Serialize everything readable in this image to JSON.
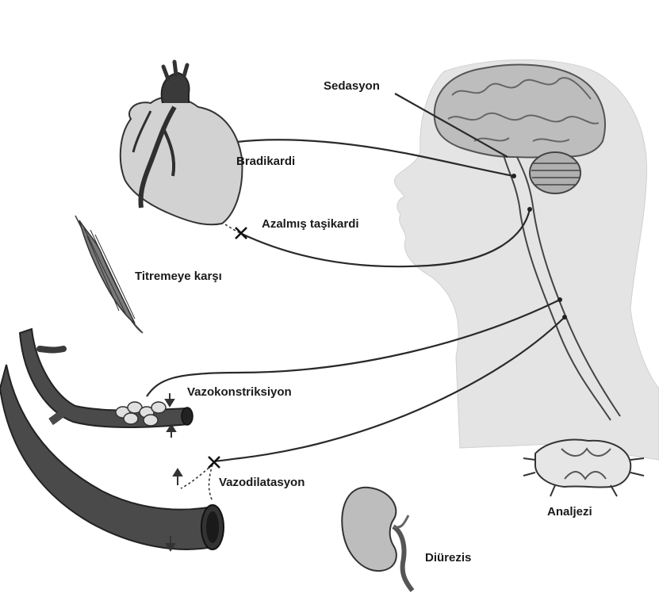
{
  "labels": {
    "sedation": "Sedasyon",
    "bradycardia": "Bradikardi",
    "reduced_tachycardia": "Azalmış taşikardi",
    "anti_shivering": "Titremeye karşı",
    "vasoconstriction": "Vazokonstriksiyon",
    "vasodilation": "Vazodilatasyon",
    "analgesia": "Analjezi",
    "diuresis": "Diürezis"
  },
  "colors": {
    "head_fill": "#e4e4e4",
    "brain_fill": "#bdbdbd",
    "organ_fill": "#cfcfcf",
    "vessel_fill": "#4a4a4a",
    "nerve_line": "#2a2a2a",
    "text": "#1a1a1a"
  },
  "icons": [
    "heart-icon",
    "muscle-icon",
    "blood-vessel-icon",
    "kidney-icon",
    "spinal-cord-icon",
    "brain-icon"
  ]
}
